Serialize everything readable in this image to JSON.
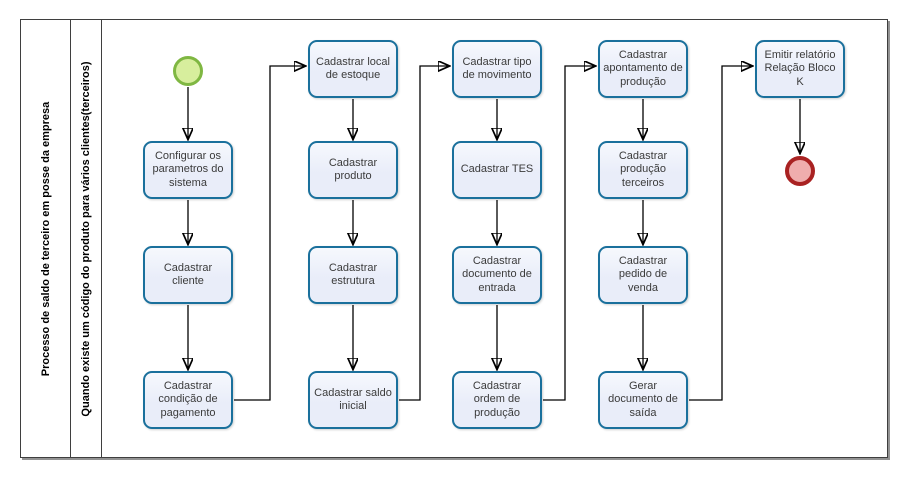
{
  "pool": {
    "label": "Processo de saldo de terceiro em posse da empresa"
  },
  "lane": {
    "label": "Quando existe um código do produto para vários clientes(terceiros)"
  },
  "tasks": [
    {
      "label": "Configurar os parametros do sistema"
    },
    {
      "label": "Cadastrar cliente"
    },
    {
      "label": "Cadastrar condição de pagamento"
    },
    {
      "label": "Cadastrar local de estoque"
    },
    {
      "label": "Cadastrar produto"
    },
    {
      "label": "Cadastrar estrutura"
    },
    {
      "label": "Cadastrar saldo inicial"
    },
    {
      "label": "Cadastrar tipo de movimento"
    },
    {
      "label": "Cadastrar TES"
    },
    {
      "label": "Cadastrar documento de entrada"
    },
    {
      "label": "Cadastrar ordem de produção"
    },
    {
      "label": "Cadastrar apontamento de produção"
    },
    {
      "label": "Cadastrar produção terceiros"
    },
    {
      "label": "Cadastrar pedido de venda"
    },
    {
      "label": "Gerar documento de saída"
    },
    {
      "label": "Emitir relatório Relação Bloco K"
    }
  ],
  "events": {
    "start": {
      "type": "start-event"
    },
    "end": {
      "type": "end-event"
    }
  },
  "colors": {
    "task_fill": "#e9edf9",
    "task_border": "#1a709c",
    "start_fill": "#d7ee9d",
    "start_border": "#7fb742",
    "end_fill": "#efadad",
    "end_border": "#a92222",
    "connector": "#000000",
    "pool_border": "#3f3f3f"
  }
}
